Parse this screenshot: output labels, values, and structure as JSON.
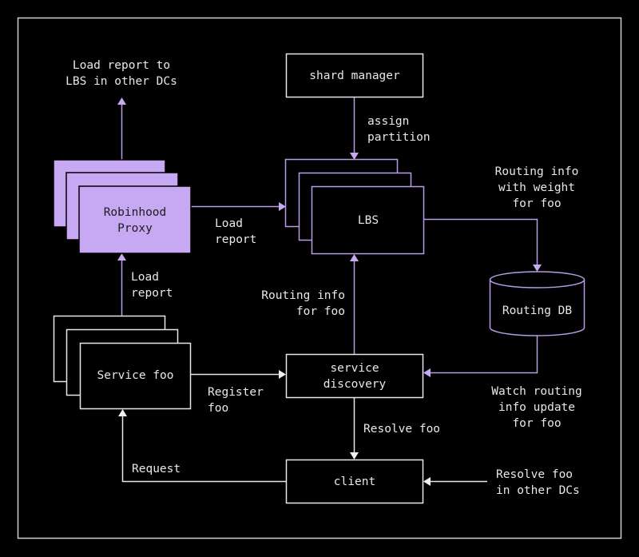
{
  "colors": {
    "background": "#000000",
    "white_line": "#e6e6e6",
    "accent": "#c6a9f2",
    "accent_line": "#b79ce6",
    "dark_text": "#1c1c1c",
    "light_text": "#e8e8e8"
  },
  "nodes": {
    "shard_manager": {
      "label": [
        "shard manager"
      ]
    },
    "lbs": {
      "label": [
        "LBS"
      ]
    },
    "robinhood_proxy": {
      "label": [
        "Robinhood",
        "Proxy"
      ]
    },
    "routing_db": {
      "label": [
        "Routing DB"
      ]
    },
    "service_foo": {
      "label": [
        "Service foo"
      ]
    },
    "service_discovery": {
      "label": [
        "service",
        "discovery"
      ]
    },
    "client": {
      "label": [
        "client"
      ]
    }
  },
  "edges": {
    "proxy_to_other_dcs": {
      "label": [
        "Load report to",
        "LBS in other DCs"
      ]
    },
    "shard_to_lbs": {
      "label": [
        "assign",
        "partition"
      ]
    },
    "proxy_to_lbs": {
      "label": [
        "Load",
        "report"
      ]
    },
    "lbs_to_db": {
      "label": [
        "Routing info",
        "with weight",
        "for foo"
      ]
    },
    "service_to_proxy": {
      "label": [
        "Load",
        "report"
      ]
    },
    "discovery_to_lbs": {
      "label": [
        "Routing info",
        "for foo"
      ]
    },
    "service_to_discovery": {
      "label": [
        "Register",
        "foo"
      ]
    },
    "db_to_discovery": {
      "label": [
        "Watch routing",
        "info update",
        "for foo"
      ]
    },
    "discovery_to_client": {
      "label": [
        "Resolve foo"
      ]
    },
    "client_to_service": {
      "label": [
        "Request"
      ]
    },
    "other_dcs_to_client": {
      "label": [
        "Resolve foo",
        "in other DCs"
      ]
    }
  }
}
